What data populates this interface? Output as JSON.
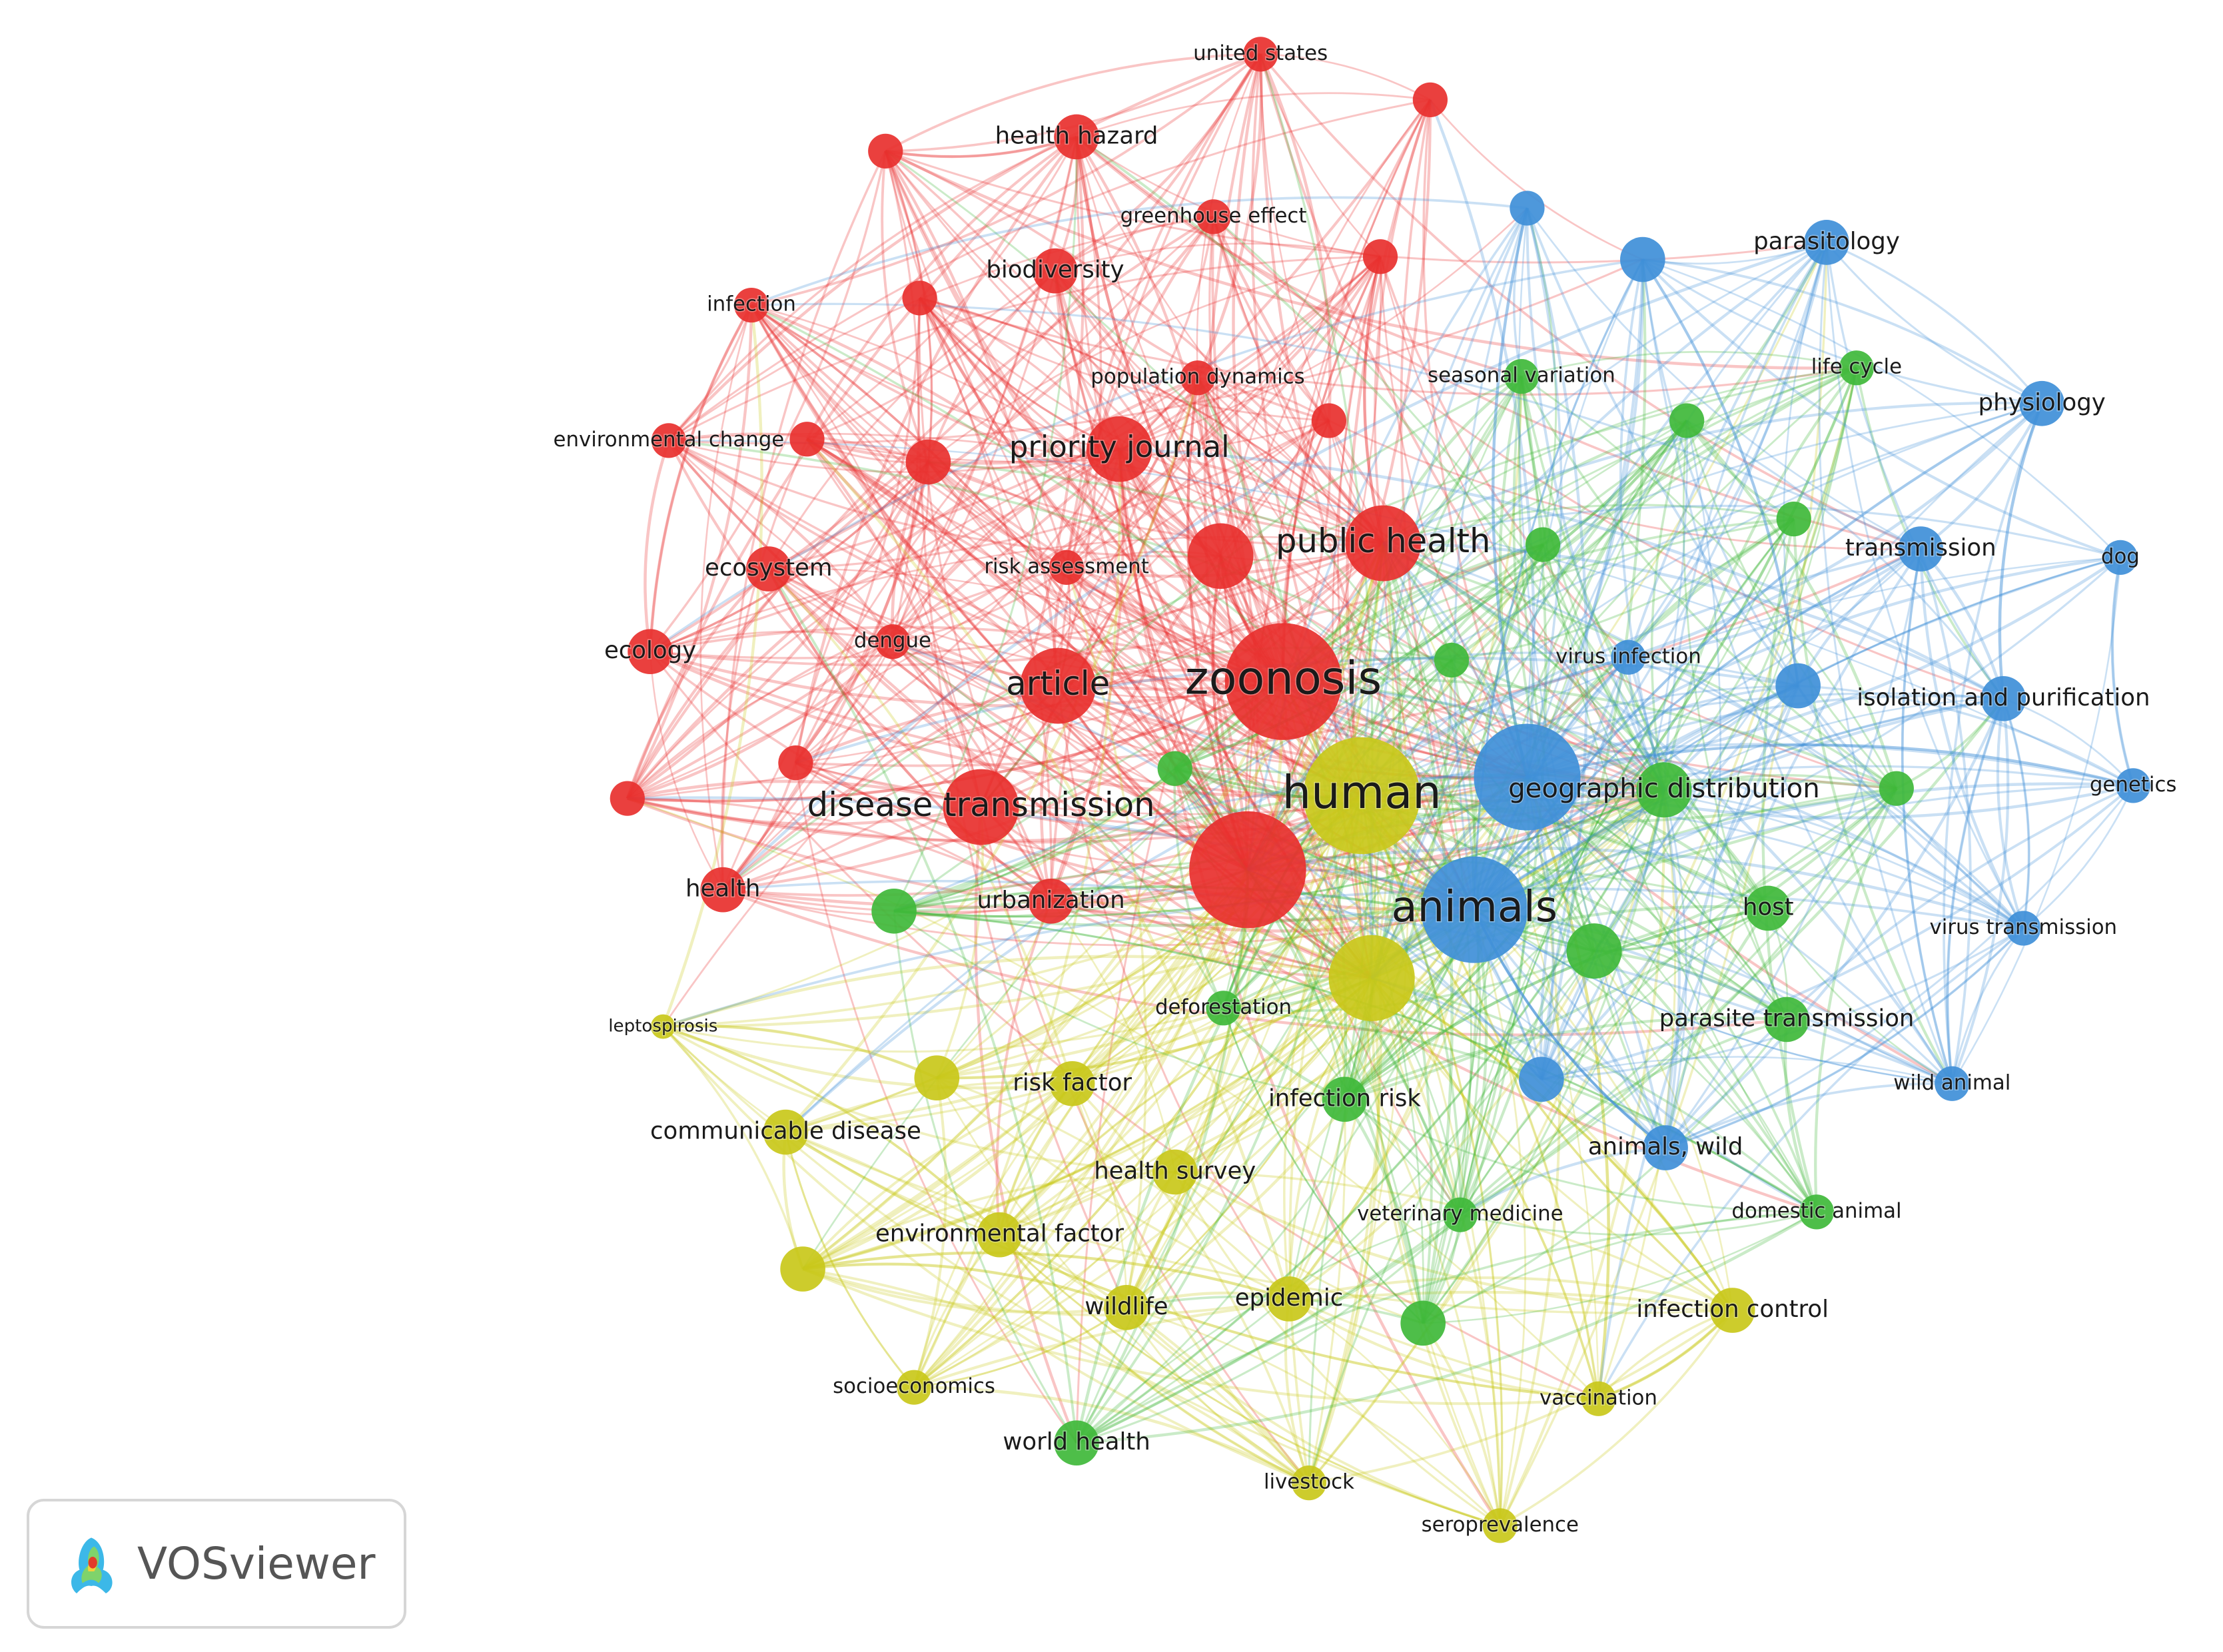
{
  "colors": {
    "red": "#e8302e",
    "green": "#3fb83a",
    "blue": "#3f8fd8",
    "yellow": "#c9c81a"
  },
  "brand": {
    "name": "VOSviewer",
    "icon": "vosviewer-heatmap-icon"
  },
  "chart_data": {
    "type": "network",
    "nodes": [
      {
        "label": "zoonosis",
        "cluster": "red",
        "weight": 10
      },
      {
        "label": "",
        "cluster": "red",
        "weight": 10
      },
      {
        "label": "article",
        "cluster": "red",
        "weight": 6
      },
      {
        "label": "public health",
        "cluster": "red",
        "weight": 6
      },
      {
        "label": "",
        "cluster": "red",
        "weight": 5
      },
      {
        "label": "priority journal",
        "cluster": "red",
        "weight": 5
      },
      {
        "label": "disease transmission",
        "cluster": "red",
        "weight": 6
      },
      {
        "label": "united states",
        "cluster": "red",
        "weight": 2
      },
      {
        "label": "health hazard",
        "cluster": "red",
        "weight": 3
      },
      {
        "label": "",
        "cluster": "red",
        "weight": 2
      },
      {
        "label": "",
        "cluster": "red",
        "weight": 2
      },
      {
        "label": "biodiversity",
        "cluster": "red",
        "weight": 3
      },
      {
        "label": "greenhouse effect",
        "cluster": "red",
        "weight": 2
      },
      {
        "label": "",
        "cluster": "red",
        "weight": 2
      },
      {
        "label": "infection",
        "cluster": "red",
        "weight": 2
      },
      {
        "label": "",
        "cluster": "red",
        "weight": 2
      },
      {
        "label": "population dynamics",
        "cluster": "red",
        "weight": 2
      },
      {
        "label": "",
        "cluster": "red",
        "weight": 2
      },
      {
        "label": "environmental change",
        "cluster": "red",
        "weight": 2
      },
      {
        "label": "",
        "cluster": "red",
        "weight": 2
      },
      {
        "label": "",
        "cluster": "red",
        "weight": 3
      },
      {
        "label": "ecosystem",
        "cluster": "red",
        "weight": 3
      },
      {
        "label": "risk assessment",
        "cluster": "red",
        "weight": 2
      },
      {
        "label": "ecology",
        "cluster": "red",
        "weight": 3
      },
      {
        "label": "dengue",
        "cluster": "red",
        "weight": 2
      },
      {
        "label": "",
        "cluster": "red",
        "weight": 2
      },
      {
        "label": "",
        "cluster": "red",
        "weight": 2
      },
      {
        "label": "health",
        "cluster": "red",
        "weight": 3
      },
      {
        "label": "urbanization",
        "cluster": "red",
        "weight": 3
      },
      {
        "label": "human",
        "cluster": "yellow",
        "weight": 10
      },
      {
        "label": "",
        "cluster": "yellow",
        "weight": 7
      },
      {
        "label": "leptospirosis",
        "cluster": "yellow",
        "weight": 1
      },
      {
        "label": "",
        "cluster": "yellow",
        "weight": 3
      },
      {
        "label": "risk factor",
        "cluster": "yellow",
        "weight": 3
      },
      {
        "label": "communicable disease",
        "cluster": "yellow",
        "weight": 3
      },
      {
        "label": "health survey",
        "cluster": "yellow",
        "weight": 3
      },
      {
        "label": "environmental factor",
        "cluster": "yellow",
        "weight": 3
      },
      {
        "label": "",
        "cluster": "yellow",
        "weight": 3
      },
      {
        "label": "wildlife",
        "cluster": "yellow",
        "weight": 3
      },
      {
        "label": "epidemic",
        "cluster": "yellow",
        "weight": 3
      },
      {
        "label": "socioeconomics",
        "cluster": "yellow",
        "weight": 2
      },
      {
        "label": "infection control",
        "cluster": "yellow",
        "weight": 3
      },
      {
        "label": "vaccination",
        "cluster": "yellow",
        "weight": 2
      },
      {
        "label": "livestock",
        "cluster": "yellow",
        "weight": 2
      },
      {
        "label": "seroprevalence",
        "cluster": "yellow",
        "weight": 2
      },
      {
        "label": "",
        "cluster": "green",
        "weight": 2
      },
      {
        "label": "seasonal variation",
        "cluster": "green",
        "weight": 2
      },
      {
        "label": "life cycle",
        "cluster": "green",
        "weight": 2
      },
      {
        "label": "",
        "cluster": "green",
        "weight": 2
      },
      {
        "label": "",
        "cluster": "green",
        "weight": 2
      },
      {
        "label": "",
        "cluster": "green",
        "weight": 2
      },
      {
        "label": "",
        "cluster": "green",
        "weight": 2
      },
      {
        "label": "geographic distribution",
        "cluster": "green",
        "weight": 4
      },
      {
        "label": "",
        "cluster": "green",
        "weight": 2
      },
      {
        "label": "",
        "cluster": "green",
        "weight": 3
      },
      {
        "label": "host",
        "cluster": "green",
        "weight": 3
      },
      {
        "label": "",
        "cluster": "green",
        "weight": 4
      },
      {
        "label": "deforestation",
        "cluster": "green",
        "weight": 2
      },
      {
        "label": "parasite transmission",
        "cluster": "green",
        "weight": 3
      },
      {
        "label": "infection risk",
        "cluster": "green",
        "weight": 3
      },
      {
        "label": "veterinary medicine",
        "cluster": "green",
        "weight": 2
      },
      {
        "label": "domestic animal",
        "cluster": "green",
        "weight": 2
      },
      {
        "label": "",
        "cluster": "green",
        "weight": 3
      },
      {
        "label": "world health",
        "cluster": "green",
        "weight": 3
      },
      {
        "label": "",
        "cluster": "blue",
        "weight": 2
      },
      {
        "label": "",
        "cluster": "blue",
        "weight": 3
      },
      {
        "label": "parasitology",
        "cluster": "blue",
        "weight": 3
      },
      {
        "label": "physiology",
        "cluster": "blue",
        "weight": 3
      },
      {
        "label": "transmission",
        "cluster": "blue",
        "weight": 3
      },
      {
        "label": "dog",
        "cluster": "blue",
        "weight": 2
      },
      {
        "label": "virus infection",
        "cluster": "blue",
        "weight": 2
      },
      {
        "label": "",
        "cluster": "blue",
        "weight": 3
      },
      {
        "label": "isolation and purification",
        "cluster": "blue",
        "weight": 3
      },
      {
        "label": "genetics",
        "cluster": "blue",
        "weight": 2
      },
      {
        "label": "",
        "cluster": "blue",
        "weight": 9
      },
      {
        "label": "animals",
        "cluster": "blue",
        "weight": 9
      },
      {
        "label": "virus transmission",
        "cluster": "blue",
        "weight": 2
      },
      {
        "label": "wild animal",
        "cluster": "blue",
        "weight": 2
      },
      {
        "label": "",
        "cluster": "blue",
        "weight": 3
      },
      {
        "label": "animals, wild",
        "cluster": "blue",
        "weight": 3
      }
    ]
  }
}
